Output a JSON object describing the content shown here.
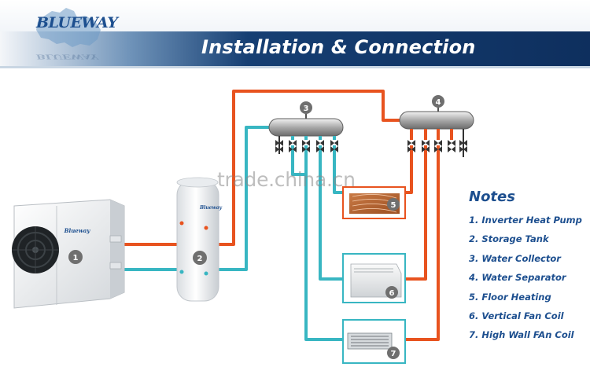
{
  "header": {
    "logo_text": "BLUEWAY",
    "title": "Installation & Connection"
  },
  "diagram": {
    "components": [
      {
        "number": "1",
        "unit_logo": "Blueway"
      },
      {
        "number": "2",
        "unit_logo": "Blueway"
      },
      {
        "number": "3"
      },
      {
        "number": "4"
      },
      {
        "number": "5"
      },
      {
        "number": "6"
      },
      {
        "number": "7"
      }
    ],
    "colors": {
      "hot_pipe": "#e8531f",
      "cold_pipe": "#38b6c2",
      "valve": "#333333",
      "header_blue": "#0e2f5e",
      "notes_text": "#1d4f8f"
    }
  },
  "notes": {
    "heading": "Notes",
    "items": [
      "1. Inverter Heat Pump",
      "2. Storage Tank",
      "3. Water Collector",
      "4. Water Separator",
      "5. Floor Heating",
      "6. Vertical Fan Coil",
      "7. High Wall FAn Coil"
    ]
  },
  "watermark": "trade.china.cn"
}
